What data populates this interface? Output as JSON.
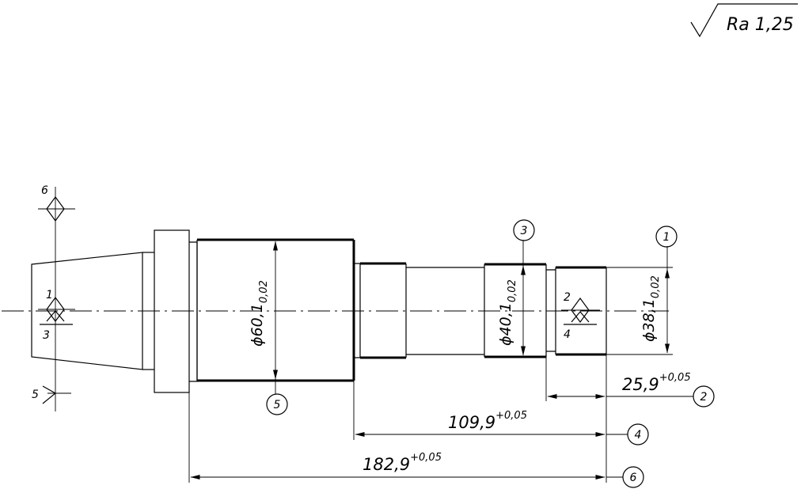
{
  "surface_finish": {
    "label": "Ra 1,25"
  },
  "dimensions": {
    "d60": {
      "main": "ϕ60,1",
      "tol": "0,02"
    },
    "d40": {
      "main": "ϕ40,1",
      "tol": "0,02"
    },
    "d38": {
      "main": "ϕ38,1",
      "tol": "0,02"
    },
    "l25": {
      "main": "25,9",
      "tol": "+0,05"
    },
    "l109": {
      "main": "109,9",
      "tol": "+0,05"
    },
    "l182": {
      "main": "182,9",
      "tol": "+0,05"
    }
  },
  "callouts": [
    "1",
    "2",
    "3",
    "4",
    "5",
    "6"
  ],
  "datum_labels": {
    "top": "6",
    "center_upper": "1",
    "center_lower": "3",
    "bottom": "5",
    "right_upper": "2",
    "right_lower": "4"
  }
}
